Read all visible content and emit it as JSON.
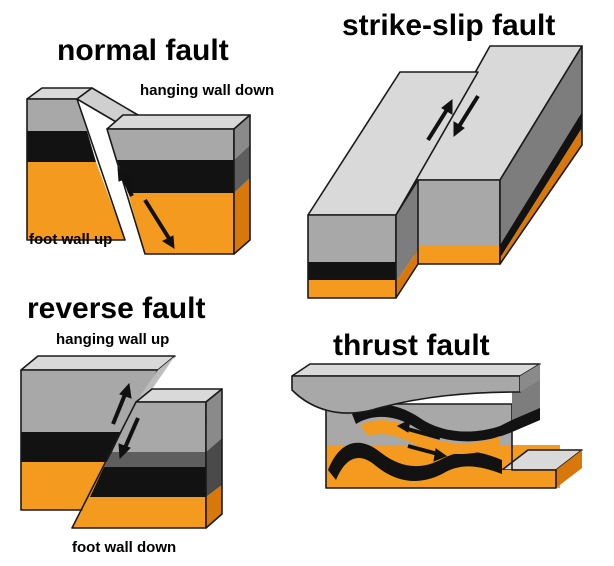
{
  "titles": {
    "normal": "normal fault",
    "strike_slip": "strike-slip fault",
    "reverse": "reverse fault",
    "thrust": "thrust fault"
  },
  "labels": {
    "normal_hanging": "hanging wall down",
    "normal_foot": "foot wall up",
    "reverse_hanging": "hanging wall up",
    "reverse_foot": "foot wall down"
  },
  "colors": {
    "gray_top": "#d9d9d9",
    "gray_front": "#a8a8a8",
    "gray_side": "#7d7d7d",
    "black_layer": "#121212",
    "dark_gray_layer": "#5e5e5e",
    "orange_front": "#f39a1f",
    "orange_side": "#d9780a"
  }
}
